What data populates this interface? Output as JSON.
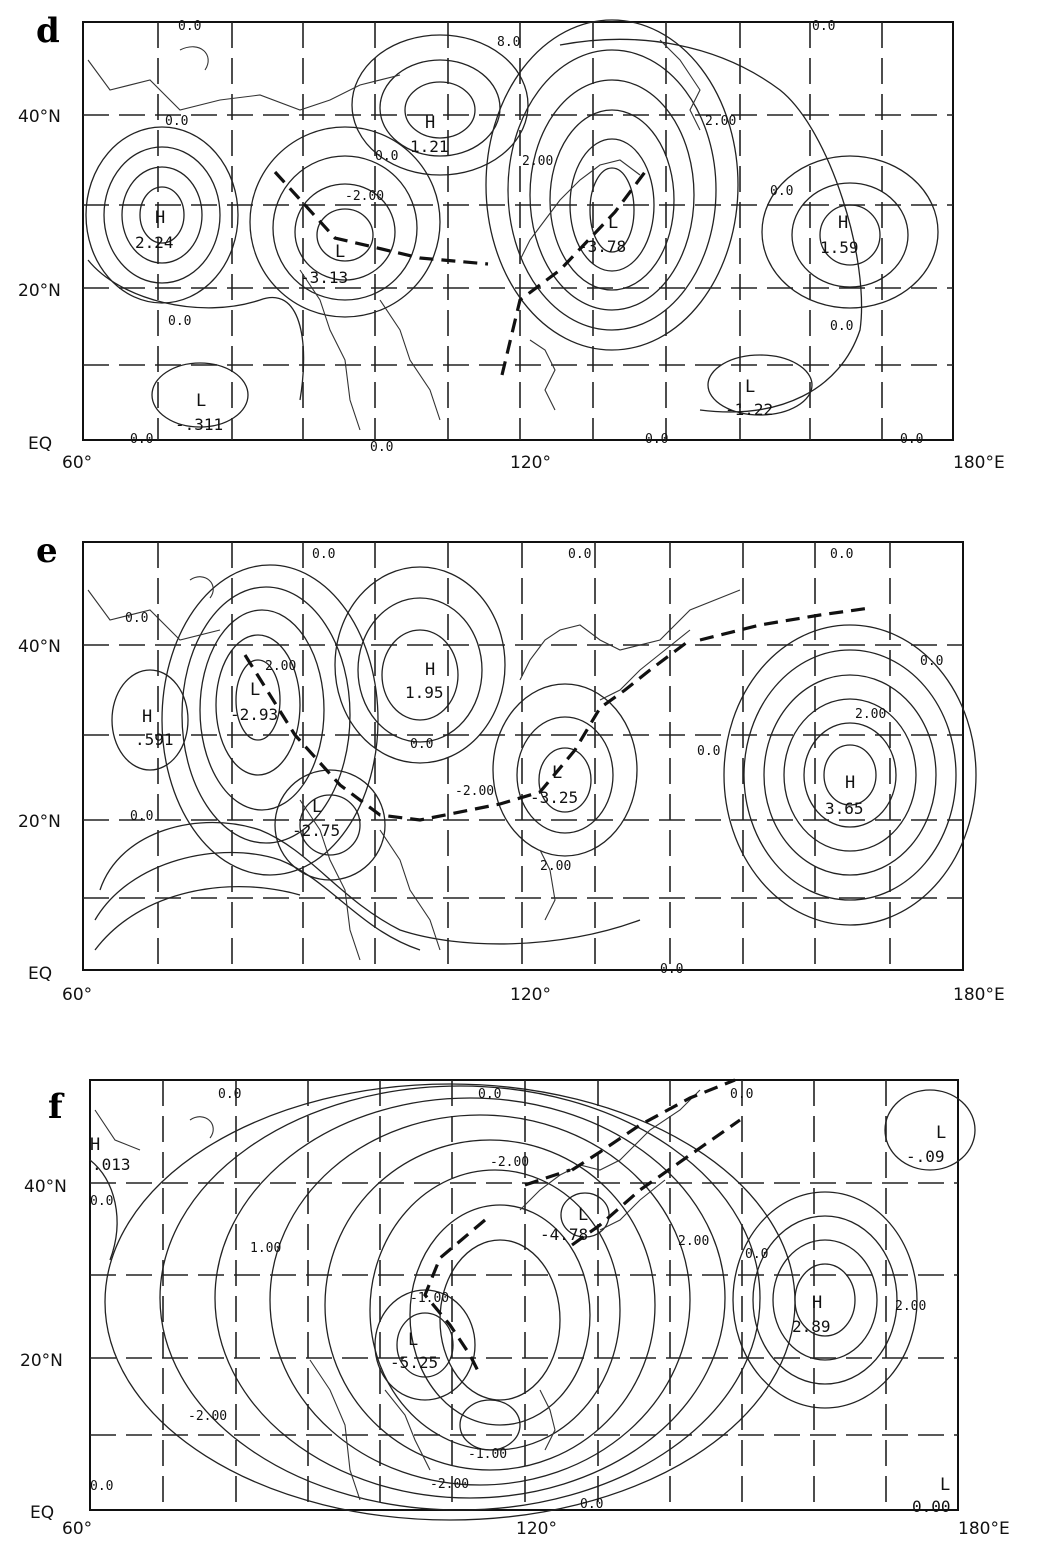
{
  "panels": [
    {
      "label": "d",
      "lat_labels": [
        "40°N",
        "20°N",
        "EQ"
      ],
      "lon_labels": [
        "60°",
        "120°",
        "180°E"
      ],
      "contour_labels": [
        "0.0",
        "8.0",
        "0.0",
        "0.0",
        "0.0",
        "2.00",
        "-2.00",
        "2.00",
        "0.0",
        "0.0",
        "0.0",
        "0.0",
        "0.0",
        "0.0",
        "0.0"
      ],
      "centers": [
        {
          "type": "H",
          "value": "1.21"
        },
        {
          "type": "H",
          "value": "2.24"
        },
        {
          "type": "L",
          "value": "-3.13"
        },
        {
          "type": "L",
          "value": "-3.78"
        },
        {
          "type": "H",
          "value": "1.59"
        },
        {
          "type": "L",
          "value": "-.311"
        },
        {
          "type": "L",
          "value": "-1.22"
        }
      ]
    },
    {
      "label": "e",
      "lat_labels": [
        "40°N",
        "20°N",
        "EQ"
      ],
      "lon_labels": [
        "60°",
        "120°",
        "180°E"
      ],
      "contour_labels": [
        "0.0",
        "0.0",
        "0.0",
        "0.0",
        "2.00",
        "0.0",
        "-2.00",
        "2.00",
        "0.0",
        "2.00",
        "0.0",
        "0.0",
        "0.0"
      ],
      "centers": [
        {
          "type": "H",
          "value": ".591"
        },
        {
          "type": "L",
          "value": "-2.93"
        },
        {
          "type": "H",
          "value": "1.95"
        },
        {
          "type": "L",
          "value": "-2.75"
        },
        {
          "type": "L",
          "value": "-3.25"
        },
        {
          "type": "H",
          "value": "3.65"
        }
      ]
    },
    {
      "label": "f",
      "lat_labels": [
        "40°N",
        "20°N",
        "EQ"
      ],
      "lon_labels": [
        "60°",
        "120°",
        "180°E"
      ],
      "contour_labels": [
        "0.0",
        "0.0",
        "0.0",
        "-2.00",
        "1.00",
        "-1.00",
        "2.00",
        "0.0",
        "2.00",
        "-2.00",
        "-2.00",
        "-1.00",
        "0.0",
        "0.0",
        "0.0"
      ],
      "centers": [
        {
          "type": "H",
          "value": ".013"
        },
        {
          "type": "L",
          "value": "-4.78"
        },
        {
          "type": "L",
          "value": "-5.25"
        },
        {
          "type": "H",
          "value": "2.89"
        },
        {
          "type": "L",
          "value": "-.09"
        },
        {
          "type": "L",
          "value": "0.00"
        }
      ]
    }
  ]
}
